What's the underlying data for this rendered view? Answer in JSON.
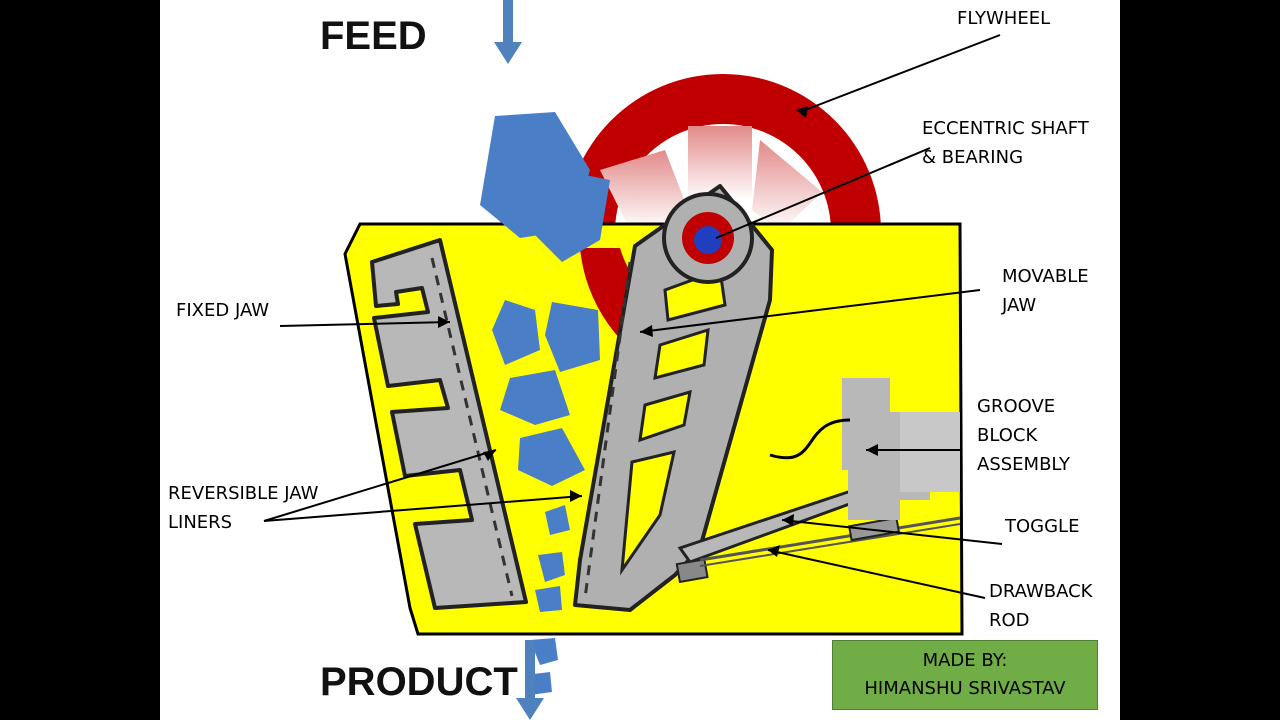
{
  "title_top": "FEED",
  "title_bottom": "PRODUCT",
  "labels": {
    "flywheel": "FLYWHEEL",
    "eccentric_line1": "ECCENTRIC SHAFT",
    "eccentric_line2": "& BEARING",
    "movable_line1": "MOVABLE",
    "movable_line2": "JAW",
    "fixed_jaw": "FIXED JAW",
    "groove_line1": "GROOVE",
    "groove_line2": "BLOCK",
    "groove_line3": "ASSEMBLY",
    "toggle": "TOGGLE",
    "liners_line1": "REVERSIBLE JAW",
    "liners_line2": "LINERS",
    "drawback_line1": "DRAWBACK",
    "drawback_line2": "ROD"
  },
  "credit": {
    "line1": "MADE BY:",
    "line2": "HIMANSHU SRIVASTAV"
  },
  "colors": {
    "frame": "#ffff00",
    "flywheel": "#c00000",
    "rock": "#4a7fc7",
    "jaw": "#b8b8b8",
    "shaft": "#1f3fbf",
    "credit_box": "#70ad47"
  }
}
